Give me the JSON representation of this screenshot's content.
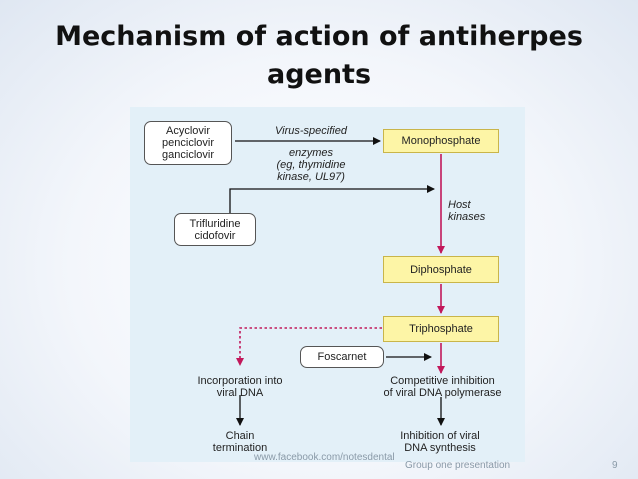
{
  "title": "Mechanism of action of antiherpes agents",
  "diagram": {
    "drugs_group1": "Acyclovir\npenciclovir\nganciclovir",
    "enzyme_label_line1": "Virus-specified",
    "enzyme_label_rest": "enzymes\n(eg, thymidine\nkinase, UL97)",
    "monophosphate": "Monophosphate",
    "host_kinases": "Host\nkinases",
    "drugs_group2": "Trifluridine\ncidofovir",
    "diphosphate": "Diphosphate",
    "triphosphate": "Triphosphate",
    "foscarnet": "Foscarnet",
    "incorporation": "Incorporation into\nviral DNA",
    "competitive_inhibition": "Competitive inhibition\nof viral DNA polymerase",
    "chain_termination": "Chain\ntermination",
    "inhibition_synthesis": "Inhibition of viral\nDNA synthesis"
  },
  "colors": {
    "box_fill": "#fdf5a6",
    "magenta_arrow": "#c2185b",
    "figure_bg": "#e3f0f8"
  },
  "footer": {
    "watermark": "www.facebook.com/notesdental",
    "presentation": "Group one presentation",
    "page_number": "9"
  }
}
